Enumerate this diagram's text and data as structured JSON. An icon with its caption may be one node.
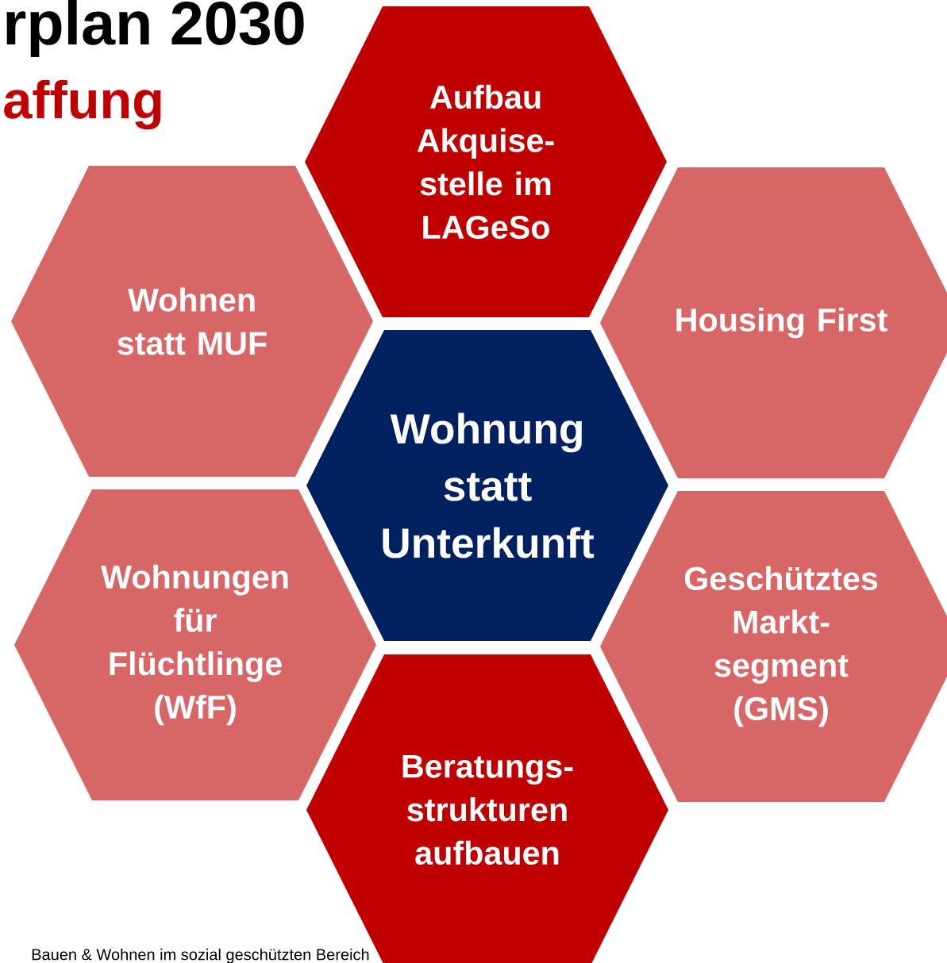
{
  "diagram": {
    "title": "rplan 2030",
    "nodes": [
      {
        "text": [
          "Aufbau Akquise- stelle im LAGeSo"
        ]
      },
      {
        "text": [
          "Wohnen statt MUF"
        ]
      },
      {
        "text": [
          "Housing First"
        ]
      },
      {
        "text": [
          "Wohnung statt Unterkunft"
        ]
      },
      {
        "text": [
          "Wohnungen für Flüchtlinge (WfF)"
        ]
      },
      {
        "text": [
          "Geschütztes Markt- segment (GMS)"
        ]
      },
      {
        "text": [
          "Beratungs- strukturen aufbauen"
        ]
      }
    ],
    "labels": [
      "affung",
      "Bauen & Wohnen im sozial geschützten Bereich"
    ]
  }
}
